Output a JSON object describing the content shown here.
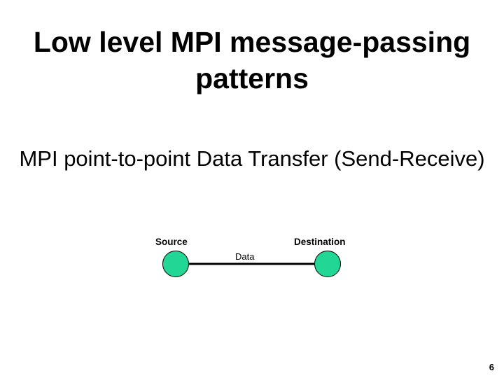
{
  "slide": {
    "title": "Low level MPI message-passing patterns",
    "subtitle": "MPI point-to-point Data Transfer (Send-Receive)",
    "page_number": "6"
  },
  "diagram": {
    "source_label": "Source",
    "destination_label": "Destination",
    "data_label": "Data",
    "node_color": "#22d696",
    "arrow_color": "#000000"
  }
}
